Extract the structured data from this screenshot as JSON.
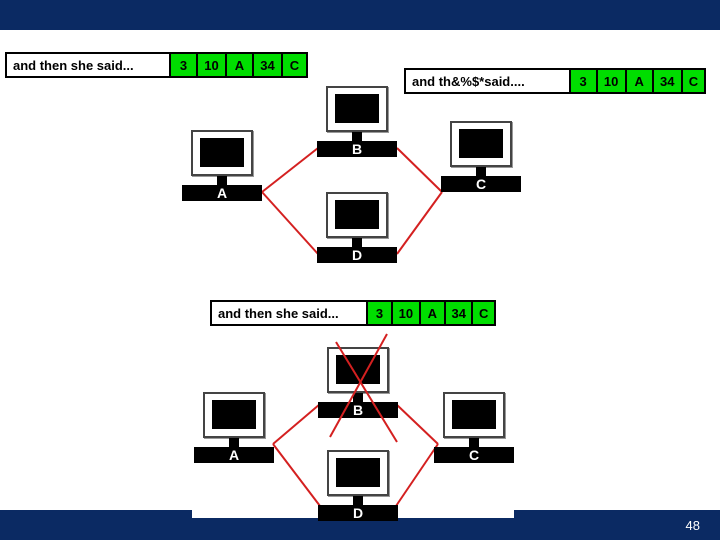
{
  "slide": {
    "page_number": "48"
  },
  "packets": [
    {
      "id": "top-left",
      "payload": "and then she said...",
      "fields": [
        "3",
        "10",
        "A",
        "34",
        "C"
      ]
    },
    {
      "id": "top-right",
      "payload": "and th&%$*said....",
      "fields": [
        "3",
        "10",
        "A",
        "34",
        "C"
      ]
    },
    {
      "id": "middle",
      "payload": "and then she said...",
      "fields": [
        "3",
        "10",
        "A",
        "34",
        "C"
      ]
    }
  ],
  "diagram1": {
    "nodes": {
      "a": "A",
      "b": "B",
      "c": "C",
      "d": "D"
    }
  },
  "diagram2": {
    "nodes": {
      "a": "A",
      "b": "B",
      "c": "C",
      "d": "D"
    }
  },
  "colors": {
    "bar": "#0b2a63",
    "link": "#d42020",
    "field": "#00dd00"
  }
}
